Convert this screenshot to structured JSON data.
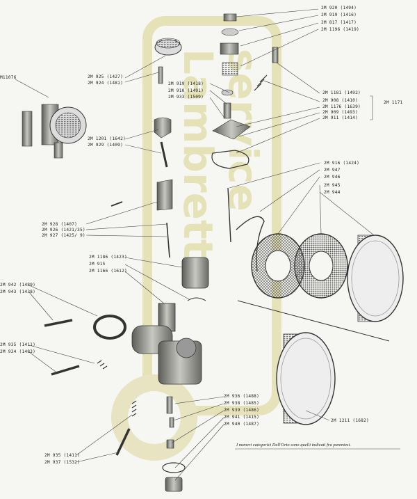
{
  "labels": {
    "l2m920": "2M 920 (1494)",
    "l2m919a": "2M 919 (1416)",
    "l2m817": "2M 817 (1417)",
    "l2m1196": "2M 1196 (1419)",
    "m11076": "M11076",
    "l2m925": "2M 925 (1427)",
    "l2m924": "2M 924 (1481)",
    "l2m919b": "2M 919 (1418)",
    "l2m910": "2M 910 (1491)",
    "l2m933": "2M 933 (1509)",
    "l2m1181": "2M 1181 (1492)",
    "l2m908": "2M 908 (1410)",
    "l2m1176": "2M 1176 (1639)",
    "l2m909": "2M 909 (1493)",
    "l2m911": "2M 911 (1414)",
    "l2m1171": "2M 1171",
    "l2m1201": "2M 1201 (1642)",
    "l2m929": "2M 929 (1409)",
    "l2m916": "2M 916 (1424)",
    "l2m947": "2M 947",
    "l2m946": "2M 946",
    "l2m945": "2M 945",
    "l2m944": "2M 944",
    "l2m928": "2M 928 (1407)",
    "l2m926": "2M 926 (1421/35)",
    "l2m927": "2M 927 (1425/ 9)",
    "l2m1186": "2M 1186 (1423)",
    "l2m915": "2M 915",
    "l2m1166": "2M 1166 (1612)",
    "l2m942": "2M 942 (1489)",
    "l2m943": "2M 943 (1438)",
    "l2m935a": "2M 935 (1411)",
    "l2m934": "2M 934 (1483)",
    "l2m936": "2M 936 (1488)",
    "l2m938": "2M 938 (1485)",
    "l2m939": "2M 939 (1486)",
    "l2m941": "2M 941 (1415)",
    "l2m940": "2M 940 (1487)",
    "l2m1211": "2M 1211 (1682)",
    "l2m935b": "2M 935 (1411)",
    "l2m937": "2M 937 (1532)"
  },
  "footnote": "I numeri categorici Dell'Orto sono quelli indicati fra parentesi.",
  "watermark": {
    "text_a": "Lambretta",
    "text_b": "service",
    "color": "#d9d28a"
  },
  "colors": {
    "ink": "#222222",
    "metal": "#8a8a86",
    "paper": "#f6f6f2"
  }
}
